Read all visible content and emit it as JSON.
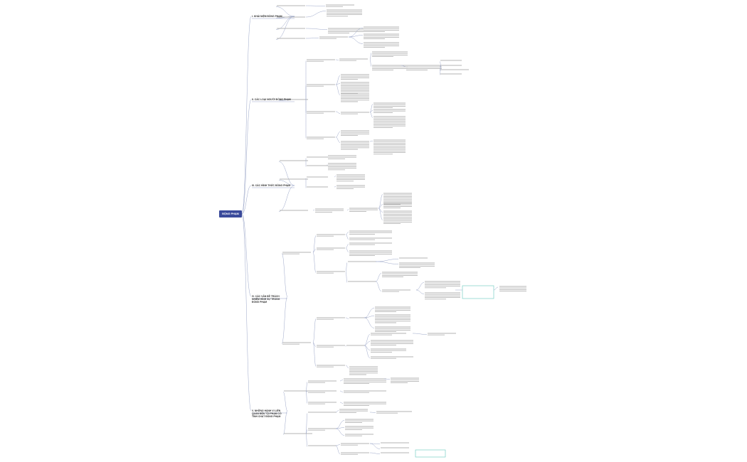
{
  "root": {
    "label": "ĐỘNG PHẠM"
  },
  "branches": [
    {
      "label": "I. KHÁI NIỆM ĐỒNG PHẠM"
    },
    {
      "label": "II. CÁC LOẠI NGƯỜI ĐỒNG PHẠM"
    },
    {
      "label": "III. CÁC HÌNH THỨC ĐỒNG PHẠM"
    },
    {
      "label": "IV. CÁC VẤN ĐỀ TRÁCH NHIỆM HÌNH SỰ TRONG ĐỒNG PHẠM"
    },
    {
      "label": "V. NHỮNG HÀNH VI LIÊN QUAN ĐẾN TỘI PHẠM CÓ TÍNH CHẤT ĐỒNG PHẠM"
    }
  ]
}
